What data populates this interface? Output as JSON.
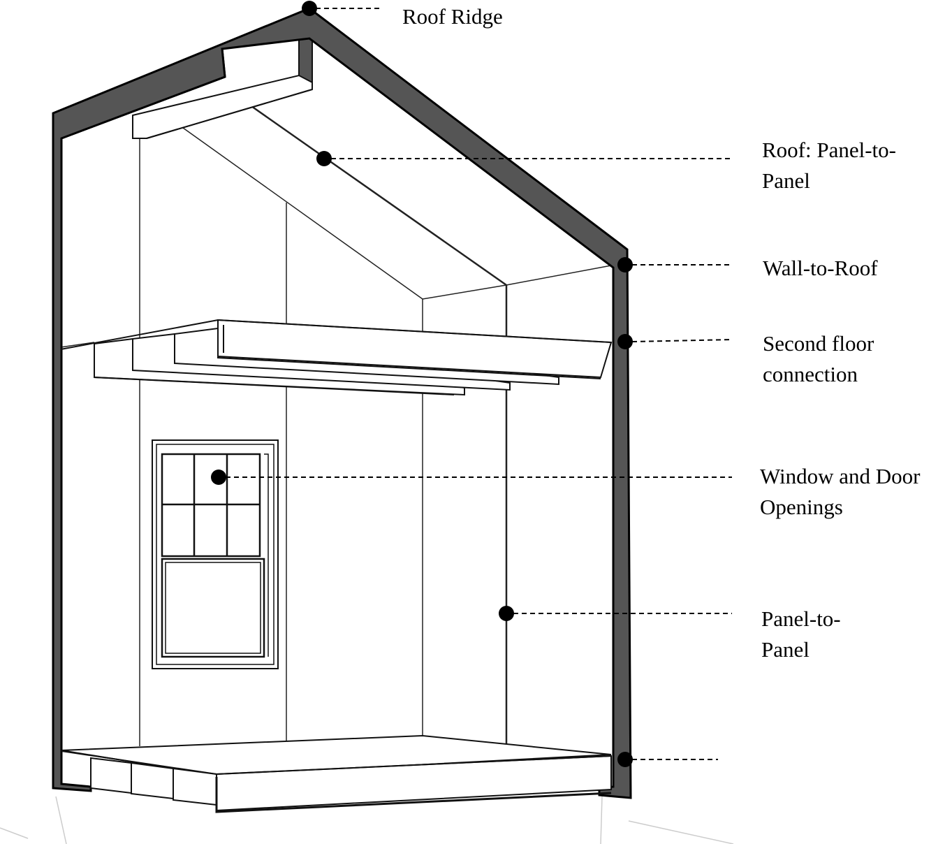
{
  "labels": {
    "roof_ridge": "Roof Ridge",
    "roof_panel": [
      "Roof: Panel-to-",
      "Panel"
    ],
    "wall_to_roof": "Wall-to-Roof",
    "second_floor": [
      "Second floor",
      "connection"
    ],
    "openings": [
      "Window and Door",
      "Openings"
    ],
    "panel_to_panel": [
      "Panel-to-",
      "Panel"
    ]
  },
  "colors": {
    "shell": "#555555",
    "line": "#000000",
    "background": "#ffffff"
  }
}
